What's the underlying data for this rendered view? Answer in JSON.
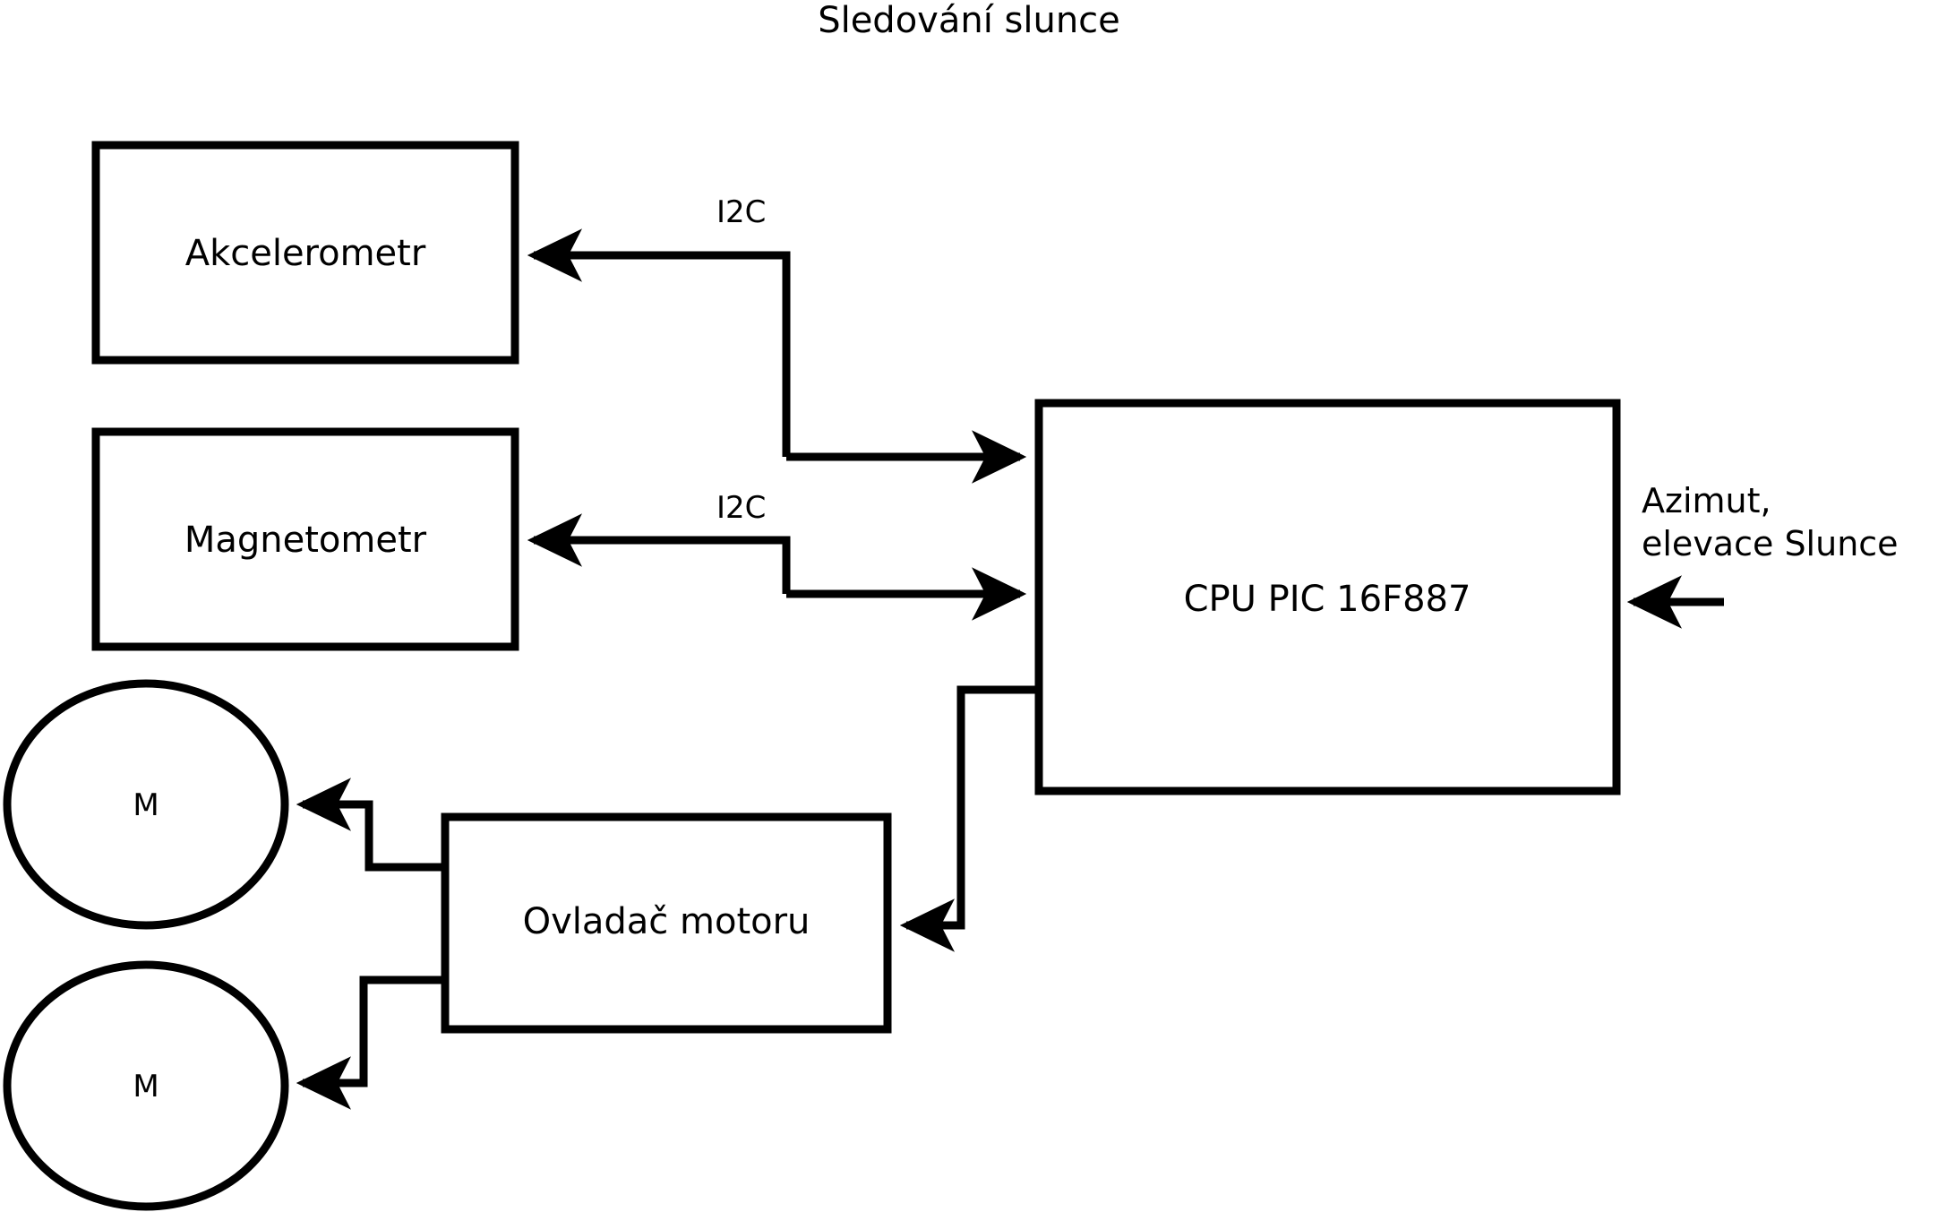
{
  "title": "Sledování slunce",
  "blocks": {
    "accelerometer": {
      "label": "Akcelerometr"
    },
    "magnetometer": {
      "label": "Magnetometr"
    },
    "cpu": {
      "label": "CPU PIC 16F887"
    },
    "motor_driver": {
      "label": "Ovladač motoru"
    },
    "motor_top": {
      "label": "M"
    },
    "motor_bottom": {
      "label": "M"
    }
  },
  "edge_labels": {
    "i2c_accelerometer": "I2C",
    "i2c_magnetometer": "I2C"
  },
  "io": {
    "sun_input_line1": "Azimut,",
    "sun_input_line2": "elevace Slunce"
  },
  "colors": {
    "stroke": "#000000",
    "background": "#ffffff",
    "text": "#000000"
  },
  "diagram_data": {
    "type": "block-diagram",
    "nodes": [
      {
        "id": "accelerometer",
        "shape": "rect",
        "label": "Akcelerometr"
      },
      {
        "id": "magnetometer",
        "shape": "rect",
        "label": "Magnetometr"
      },
      {
        "id": "cpu",
        "shape": "rect",
        "label": "CPU PIC 16F887"
      },
      {
        "id": "motor_driver",
        "shape": "rect",
        "label": "Ovladač motoru"
      },
      {
        "id": "motor_top",
        "shape": "circle",
        "label": "M"
      },
      {
        "id": "motor_bottom",
        "shape": "circle",
        "label": "M"
      }
    ],
    "edges": [
      {
        "from": "cpu",
        "to": "accelerometer",
        "label": "I2C",
        "direction": "arrow"
      },
      {
        "from": "accelerometer",
        "to": "cpu",
        "label": "",
        "direction": "arrow"
      },
      {
        "from": "cpu",
        "to": "magnetometer",
        "label": "I2C",
        "direction": "arrow"
      },
      {
        "from": "magnetometer",
        "to": "cpu",
        "label": "",
        "direction": "arrow"
      },
      {
        "from": "sun",
        "to": "cpu",
        "label": "Azimut, elevace Slunce",
        "direction": "arrow"
      },
      {
        "from": "cpu",
        "to": "motor_driver",
        "label": "",
        "direction": "arrow"
      },
      {
        "from": "motor_driver",
        "to": "motor_top",
        "label": "",
        "direction": "arrow"
      },
      {
        "from": "motor_driver",
        "to": "motor_bottom",
        "label": "",
        "direction": "arrow"
      }
    ]
  }
}
